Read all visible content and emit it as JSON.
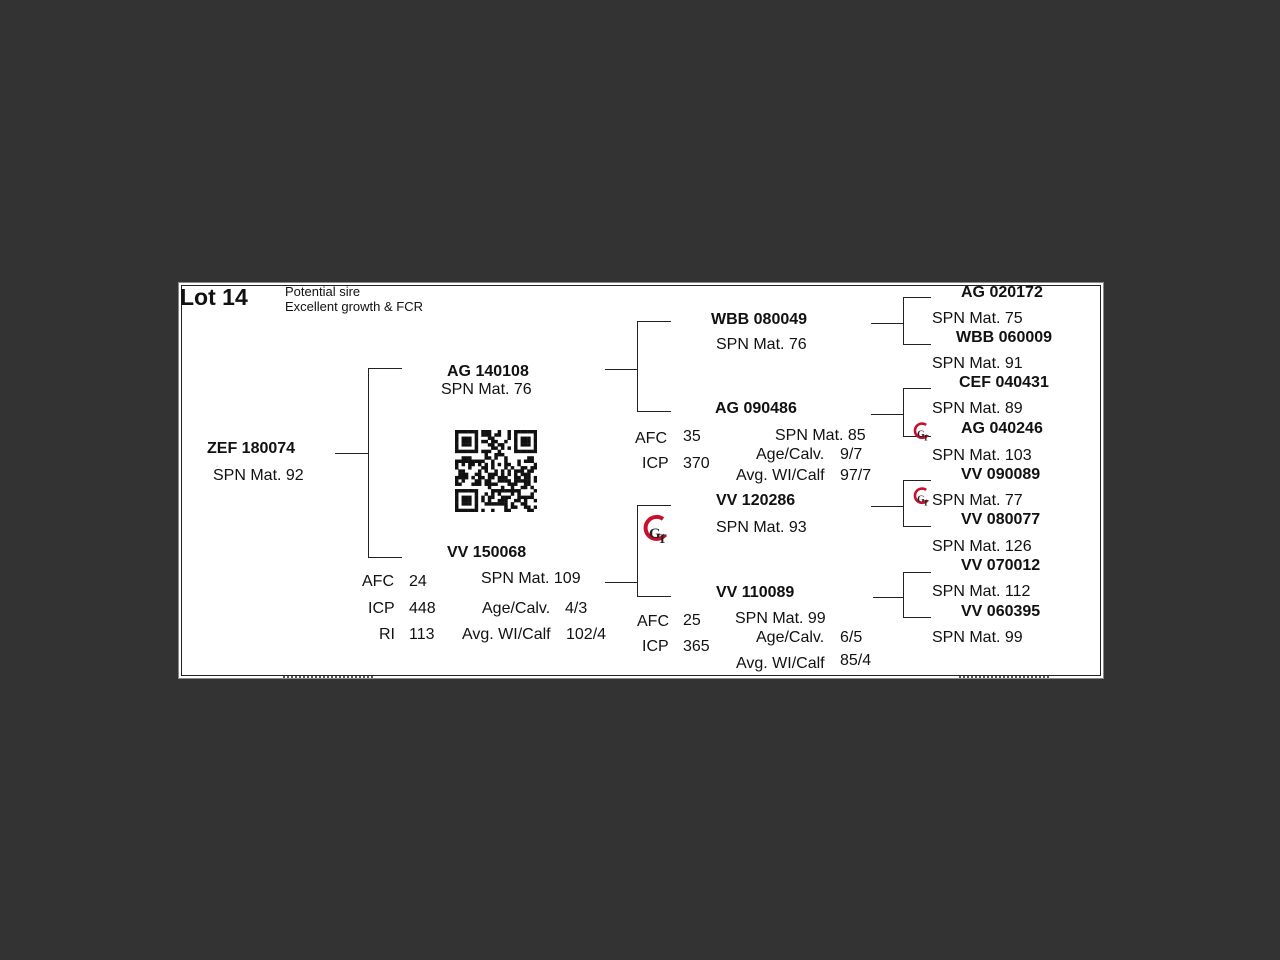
{
  "lot": {
    "title": "Lot 14",
    "note_1": "Potential sire",
    "note_2": "Excellent growth & FCR"
  },
  "subject": {
    "id": "ZEF 180074",
    "spn": "SPN Mat. 92"
  },
  "sire": {
    "id": "AG  140108",
    "spn": "SPN Mat. 76"
  },
  "dam": {
    "id": "VV  150068",
    "spn": "SPN Mat. 109",
    "stats": [
      {
        "label": "AFC",
        "value": "24"
      },
      {
        "label": "ICP",
        "value": "448"
      },
      {
        "label": "RI",
        "value": "113"
      }
    ],
    "age_calv_label": "Age/Calv.",
    "age_calv_value": "4/3",
    "avg_wi_label": "Avg. WI/Calf",
    "avg_wi_value": "102/4"
  },
  "ss": {
    "id": "WBB 080049",
    "spn": "SPN Mat. 76"
  },
  "sd": {
    "id": "AG  090486",
    "spn": "SPN Mat. 85",
    "stats": [
      {
        "label": "AFC",
        "value": "35"
      },
      {
        "label": "ICP",
        "value": "370"
      }
    ],
    "age_calv_label": "Age/Calv.",
    "age_calv_value": "9/7",
    "avg_wi_label": "Avg. WI/Calf",
    "avg_wi_value": "97/7"
  },
  "ds": {
    "id": "VV  120286",
    "spn": "SPN Mat. 93"
  },
  "dd": {
    "id": "VV  110089",
    "spn": "SPN Mat. 99",
    "stats": [
      {
        "label": "AFC",
        "value": "25"
      },
      {
        "label": "ICP",
        "value": "365"
      }
    ],
    "age_calv_label": "Age/Calv.",
    "age_calv_value": "6/5",
    "avg_wi_label": "Avg. WI/Calf",
    "avg_wi_value": "85/4"
  },
  "gen3": [
    {
      "id": "AG  020172",
      "spn": "SPN Mat. 75"
    },
    {
      "id": "WBB 060009",
      "spn": "SPN Mat. 91"
    },
    {
      "id": "CEF 040431",
      "spn": "SPN Mat. 89"
    },
    {
      "id": "AG  040246",
      "spn": "SPN Mat. 103"
    },
    {
      "id": "VV  090089",
      "spn": "SPN Mat. 77"
    },
    {
      "id": "VV  080077",
      "spn": "SPN Mat. 126"
    },
    {
      "id": "VV  070012",
      "spn": "SPN Mat. 112"
    },
    {
      "id": "VV  060395",
      "spn": "SPN Mat. 99"
    }
  ],
  "logo": {
    "name": "gt-logo",
    "letters": "GT",
    "color": "#c8102e"
  },
  "qr": {
    "name": "qr-code"
  }
}
